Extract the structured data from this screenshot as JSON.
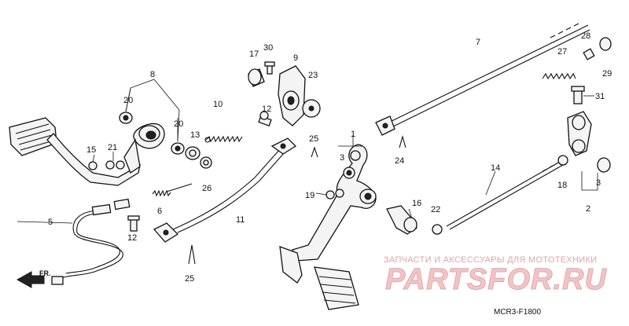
{
  "diagram": {
    "code": "MCR3-F1800",
    "direction_label": "FR.",
    "watermark": {
      "caption": "ЗАПЧАСТИ И АКСЕССУАРЫ ДЛЯ МОТОТЕХНИКИ",
      "brand": "PARTSFOR.RU"
    },
    "callouts": [
      "1",
      "2",
      "3",
      "3",
      "5",
      "6",
      "7",
      "8",
      "9",
      "10",
      "11",
      "12",
      "12",
      "13",
      "14",
      "15",
      "16",
      "17",
      "18",
      "19",
      "20",
      "20",
      "21",
      "22",
      "23",
      "24",
      "25",
      "25",
      "26",
      "27",
      "28",
      "29",
      "30",
      "31"
    ]
  }
}
